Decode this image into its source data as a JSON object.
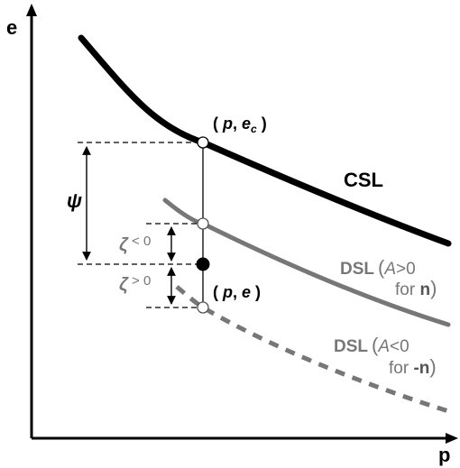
{
  "axes": {
    "y_label": "e",
    "x_label": "p"
  },
  "curves": {
    "csl": {
      "label": "CSL",
      "color": "#000000"
    },
    "dsl_pos": {
      "label": "DSL",
      "paren_open": "(",
      "cond_var": "A",
      "cond_op": ">0",
      "for_text": "for ",
      "n_text": "n",
      "paren_close": ")",
      "color": "#777777"
    },
    "dsl_neg": {
      "label": "DSL",
      "paren_open": "(",
      "cond_var": "A",
      "cond_op": "<0",
      "for_text": "for ",
      "n_text": "-n",
      "paren_close": ")",
      "color": "#777777"
    }
  },
  "points": {
    "critical": {
      "open": "( ",
      "p": "p",
      "sep": ", ",
      "e": "e",
      "sub": "c",
      "close": " )"
    },
    "current": {
      "open": "( ",
      "p": "p",
      "sep": ", ",
      "e": "e",
      "close": " )"
    }
  },
  "params": {
    "psi": "ψ",
    "zeta_neg": {
      "symbol": "ζ",
      "relation": " < 0"
    },
    "zeta_pos": {
      "symbol": "ζ",
      "relation": " > 0"
    }
  }
}
